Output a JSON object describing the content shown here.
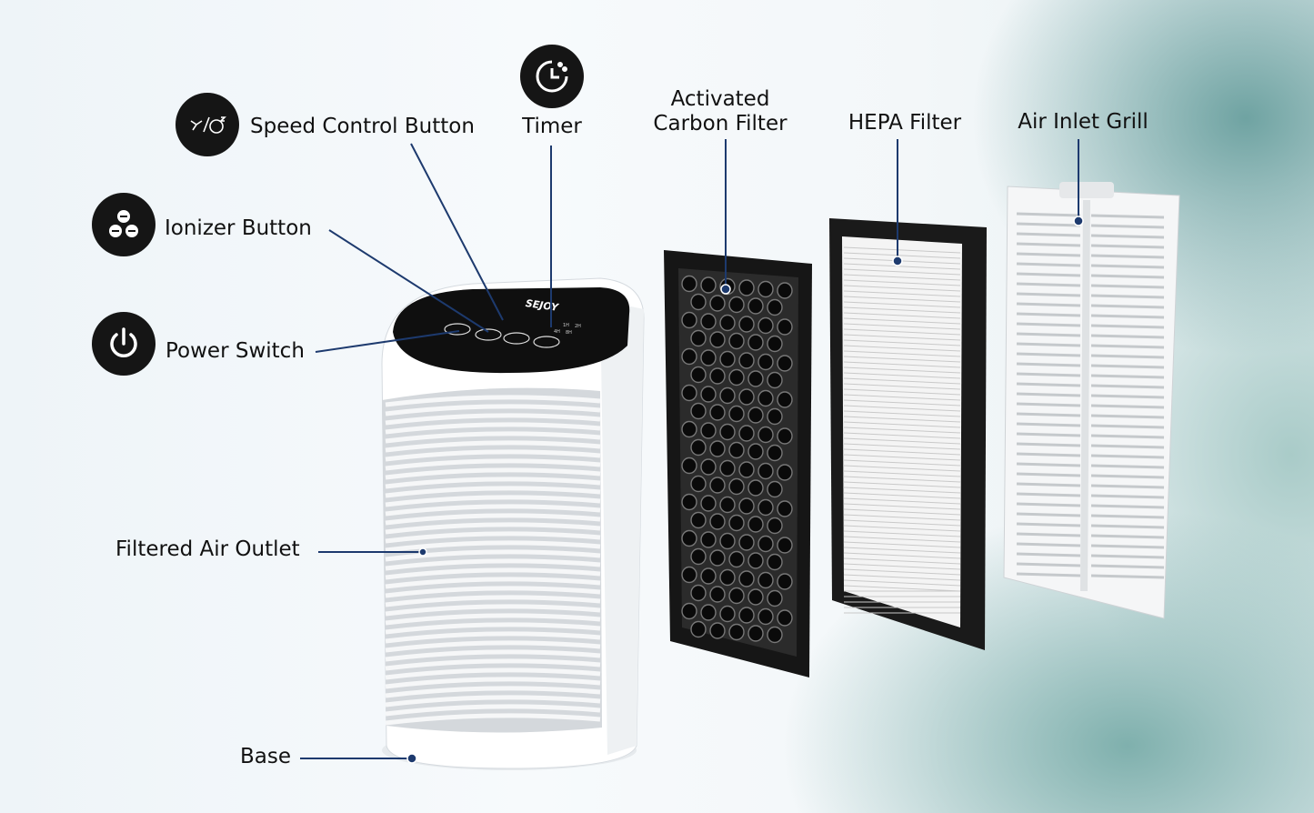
{
  "labels": {
    "speed_control": "Speed Control Button",
    "timer": "Timer",
    "ionizer": "Ionizer Button",
    "power": "Power Switch",
    "carbon_filter": "Activated\nCarbon Filter",
    "carbon_filter_line1": "Activated",
    "carbon_filter_line2": "Carbon Filter",
    "hepa_filter": "HEPA Filter",
    "inlet_grill": "Air Inlet Grill",
    "outlet": "Filtered Air Outlet",
    "base": "Base"
  },
  "panel": {
    "brand": "SEJOY",
    "timer_options": [
      "1H",
      "2H",
      "4H",
      "8H"
    ]
  },
  "colors": {
    "leader_line": "#1d3a6e",
    "icon_bg": "#151515",
    "panel": "#0f0f0f"
  },
  "icons": [
    "fan-sleep-icon",
    "timer-icon",
    "ionizer-icon",
    "power-icon"
  ]
}
